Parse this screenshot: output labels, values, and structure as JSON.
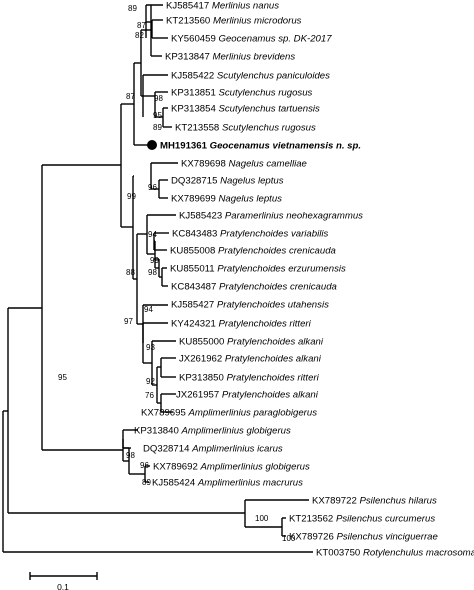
{
  "tree": {
    "taxa": [
      {
        "accession": "KJ585417",
        "species": "Merlinius nanus"
      },
      {
        "accession": "KT213560",
        "species": "Merlinius microdorus"
      },
      {
        "accession": "KY560459",
        "species": "Geocenamus sp. DK-2017"
      },
      {
        "accession": "KP313847",
        "species": "Merlinius brevidens"
      },
      {
        "accession": "KJ585422",
        "species": "Scutylenchus paniculoides"
      },
      {
        "accession": "KP313851",
        "species": "Scutylenchus rugosus"
      },
      {
        "accession": "KP313854",
        "species": "Scutylenchus tartuensis"
      },
      {
        "accession": "KT213558",
        "species": "Scutylenchus rugosus"
      },
      {
        "accession": "MH191361",
        "species": "Geocenamus vietnamensis n. sp.",
        "highlight": true
      },
      {
        "accession": "KX789698",
        "species": "Nagelus camelliae"
      },
      {
        "accession": "DQ328715",
        "species": "Nagelus leptus"
      },
      {
        "accession": "KX789699",
        "species": "Nagelus leptus"
      },
      {
        "accession": "KJ585423",
        "species": "Paramerlinius neohexagrammus"
      },
      {
        "accession": "KC843483",
        "species": "Pratylenchoides variabilis"
      },
      {
        "accession": "KU855008",
        "species": "Pratylenchoides crenicauda"
      },
      {
        "accession": "KU855011",
        "species": "Pratylenchoides erzurumensis"
      },
      {
        "accession": "KC843487",
        "species": "Pratylenchoides crenicauda"
      },
      {
        "accession": "KJ585427",
        "species": "Pratylenchoides utahensis"
      },
      {
        "accession": "KY424321",
        "species": "Pratylenchoides ritteri"
      },
      {
        "accession": "KU855000",
        "species": "Pratylenchoides alkani"
      },
      {
        "accession": "JX261962",
        "species": "Pratylenchoides alkani"
      },
      {
        "accession": "KP313850",
        "species": "Pratylenchoides ritteri"
      },
      {
        "accession": "JX261957",
        "species": "Pratylenchoides alkani"
      },
      {
        "accession": "KX789695",
        "species": "Amplimerlinius paraglobigerus"
      },
      {
        "accession": "KP313840",
        "species": "Amplimerlinius globigerus"
      },
      {
        "accession": "DQ328714",
        "species": "Amplimerlinius icarus"
      },
      {
        "accession": "KX789692",
        "species": "Amplimerlinius globigerus"
      },
      {
        "accession": "KJ585424",
        "species": "Amplimerlinius macrurus"
      },
      {
        "accession": "KX789722",
        "species": "Psilenchus hilarus"
      },
      {
        "accession": "KT213562",
        "species": "Psilenchus curcumerus"
      },
      {
        "accession": "KX789726",
        "species": "Psilenchus vinciguerrae"
      },
      {
        "accession": "KT003750",
        "species": "Rotylenchulus macrosoma"
      }
    ],
    "support_values": [
      "89",
      "87",
      "82",
      "98",
      "95",
      "87",
      "89",
      "99",
      "96",
      "94",
      "99",
      "98",
      "88",
      "94",
      "93",
      "92",
      "76",
      "97",
      "98",
      "96",
      "89",
      "95",
      "100",
      "100"
    ],
    "scale_bar_label": "0.1"
  }
}
